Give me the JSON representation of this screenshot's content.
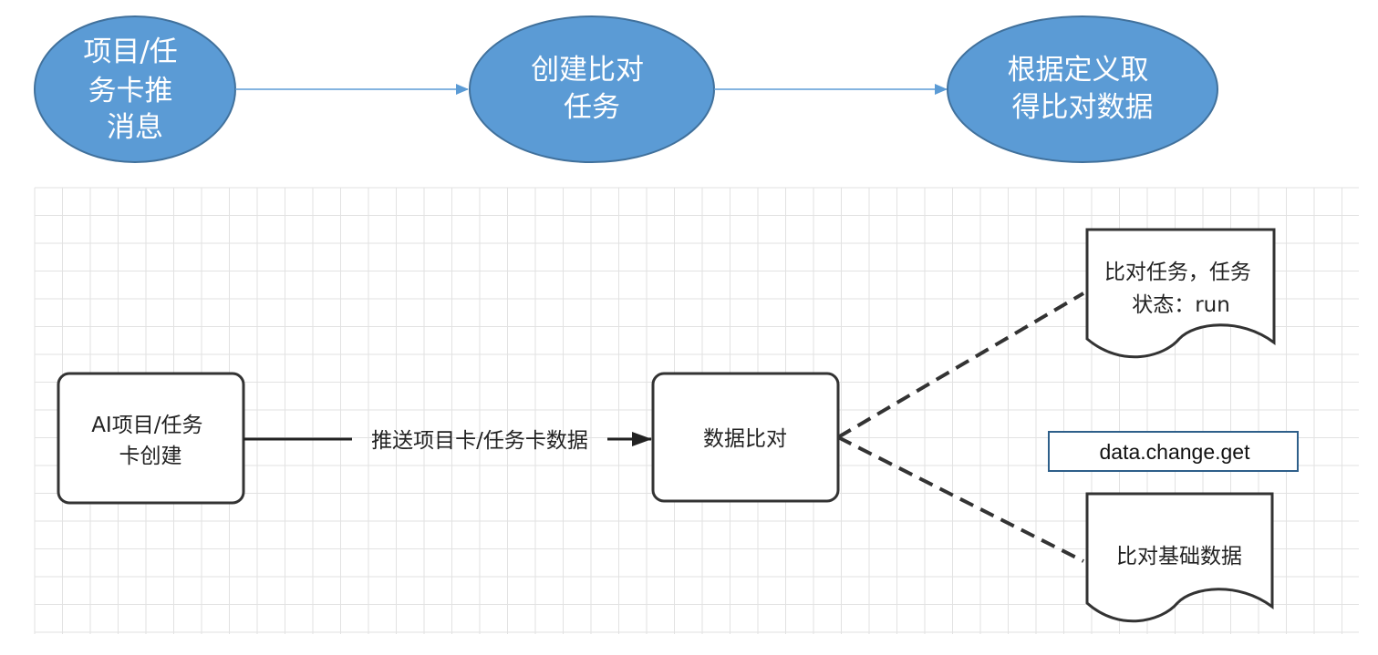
{
  "top_flow": {
    "steps": [
      {
        "lines": [
          "项目/任",
          "务卡推",
          "消息"
        ]
      },
      {
        "lines": [
          "创建比对",
          "任务"
        ]
      },
      {
        "lines": [
          "根据定义取",
          "得比对数据"
        ]
      }
    ]
  },
  "diagram": {
    "source_node": {
      "lines": [
        "AI项目/任务",
        "卡创建"
      ]
    },
    "edge_label": "推送项目卡/任务卡数据",
    "compare_node": {
      "label": "数据比对"
    },
    "doc_task": {
      "lines": [
        "比对任务，任务",
        "状态：run"
      ]
    },
    "api_label": "data.change.get",
    "doc_base": {
      "label": "比对基础数据"
    }
  },
  "colors": {
    "ellipse_fill": "#5b9bd5",
    "ellipse_stroke": "#41719c",
    "arrow_blue": "#5b9bd5",
    "api_border": "#2e5f8a",
    "grid": "#e2e2e2",
    "node_stroke": "#333333"
  }
}
